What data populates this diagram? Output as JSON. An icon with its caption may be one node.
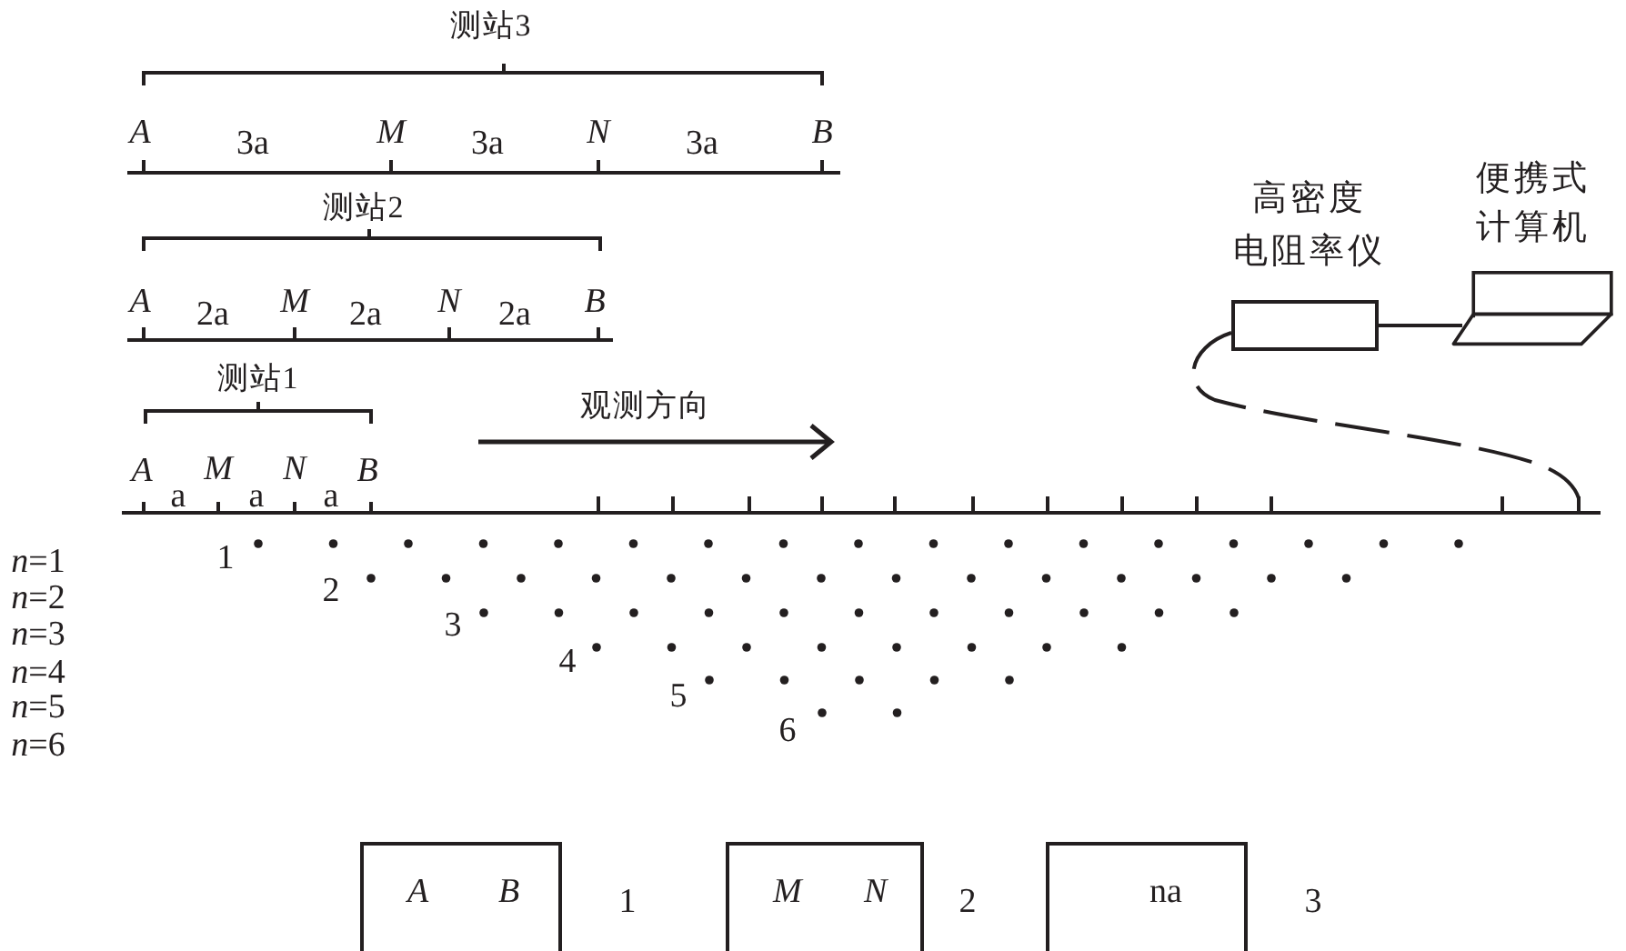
{
  "diagram": {
    "nodes": [
      {
        "text": [
          "高密度电阻率仪"
        ]
      },
      {
        "text": [
          "便携式计算机"
        ]
      },
      {
        "text": [
          "A",
          "B"
        ],
        "beside": [
          "1"
        ]
      },
      {
        "text": [
          "M",
          "N"
        ],
        "beside": [
          "2"
        ]
      },
      {
        "text": [
          "na"
        ],
        "beside": [
          "3"
        ]
      }
    ],
    "edges": [
      {
        "from": 0,
        "to": 1,
        "arrow": "none"
      },
      {
        "from": 0,
        "to": null,
        "arrow": "none",
        "style": "dashed"
      }
    ],
    "labels": [
      "测站3",
      "A",
      "3a",
      "M",
      "3a",
      "N",
      "3a",
      "B",
      "测站2",
      "A",
      "2a",
      "M",
      "2a",
      "N",
      "2a",
      "B",
      "测站1",
      "观测方向",
      "A",
      "a",
      "M",
      "a",
      "N",
      "a",
      "B",
      "*n*=1",
      "1",
      "*n*=2",
      "2",
      "*n*=3",
      "3",
      "*n*=4",
      "4",
      "*n*=5",
      "5",
      "*n*=6",
      "6"
    ]
  }
}
